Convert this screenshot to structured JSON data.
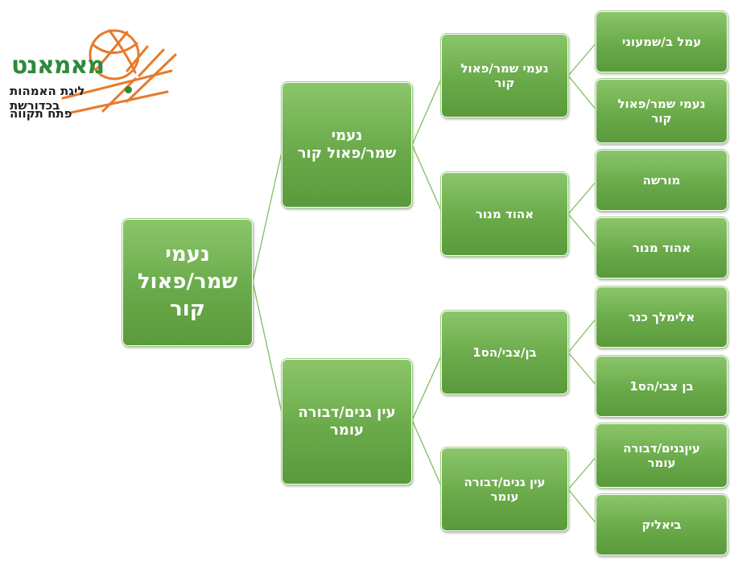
{
  "logo": {
    "title": "מאמאנט",
    "subtitle": "ליגת האמהות בכדורשת",
    "city": "פתח תקווה"
  },
  "tree": {
    "root": "נעמי\nשמר/פאול\nקור",
    "level1": [
      {
        "label": "נעמי\nשמר/פאול קור",
        "children": [
          {
            "label": "נעמי שמר/פאול\nקור",
            "children": [
              "עמל ב/שמעוני",
              "נעמי שמר/פאול\nקור"
            ]
          },
          {
            "label": "אהוד מנור",
            "children": [
              "מורשה",
              "אהוד מנור"
            ]
          }
        ]
      },
      {
        "label": "עין גנים/דבורה\nעומר",
        "children": [
          {
            "label": "בן/צבי/הס1",
            "children": [
              "אלימלך כנר",
              "בן צבי/הס1"
            ]
          },
          {
            "label": "עין גנים/דבורה\nעומר",
            "children": [
              "עיןגנים/דבורה\nעומר",
              "ביאליק"
            ]
          }
        ]
      }
    ]
  },
  "colors": {
    "node_fill": "#6aaa4a",
    "connector": "#7fbf5f",
    "logo_green": "#2e8a3c",
    "logo_orange": "#e87a2a"
  }
}
